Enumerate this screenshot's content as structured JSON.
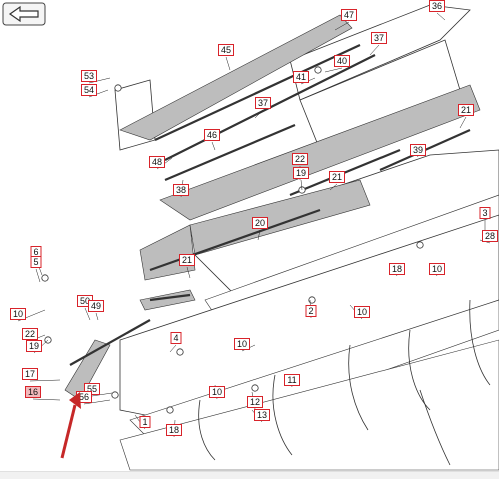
{
  "diagram": {
    "accent_color": "#d8232a",
    "highlight_color": "#f2b8bb",
    "arrow_color": "#c62828",
    "part_fill": "#bdbdbd",
    "part_stroke": "#333333",
    "back_icon": "back-arrow-icon",
    "callouts": [
      "47",
      "36",
      "45",
      "37",
      "40",
      "41",
      "53",
      "54",
      "37",
      "46",
      "21",
      "48",
      "22",
      "19",
      "38",
      "21",
      "39",
      "20",
      "3",
      "28",
      "6",
      "5",
      "18",
      "10",
      "21",
      "50",
      "49",
      "10",
      "2",
      "22",
      "19",
      "4",
      "10",
      "17",
      "10",
      "11",
      "16",
      "55",
      "56",
      "12",
      "13",
      "1",
      "18",
      "10"
    ]
  }
}
